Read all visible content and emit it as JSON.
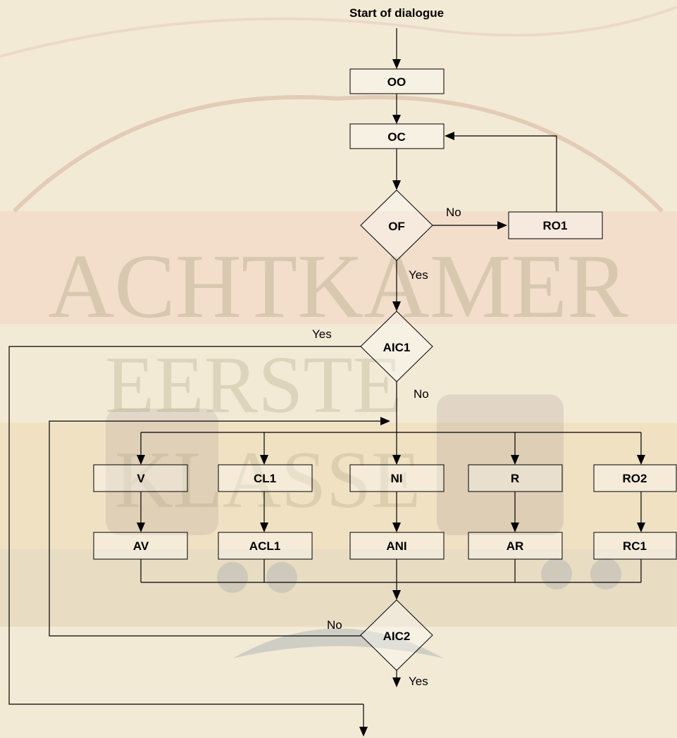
{
  "flowchart": {
    "start_label": "Start of dialogue",
    "nodes": {
      "oo": "OO",
      "oc": "OC",
      "of": "OF",
      "ro1": "RO1",
      "aic1": "AIC1",
      "v": "V",
      "cl1": "CL1",
      "ni": "NI",
      "r": "R",
      "ro2": "RO2",
      "av": "AV",
      "acl1": "ACL1",
      "ani": "ANI",
      "ar": "AR",
      "rc1": "RC1",
      "aic2": "AIC2"
    },
    "edge_labels": {
      "of_no": "No",
      "of_yes": "Yes",
      "aic1_yes": "Yes",
      "aic1_no": "No",
      "aic2_no": "No",
      "aic2_yes": "Yes"
    }
  },
  "background_poster": {
    "line1": "ACHTKAMER",
    "line2": "EERSTE",
    "line3": "KLASSE"
  },
  "colors": {
    "poster_paper": "#f3ead6",
    "poster_ink_red": "#c0564a",
    "poster_ink_green": "#8e9a6f",
    "poster_ink_yellow": "#e8c98a",
    "poster_ink_blue": "#7e8fa0"
  }
}
